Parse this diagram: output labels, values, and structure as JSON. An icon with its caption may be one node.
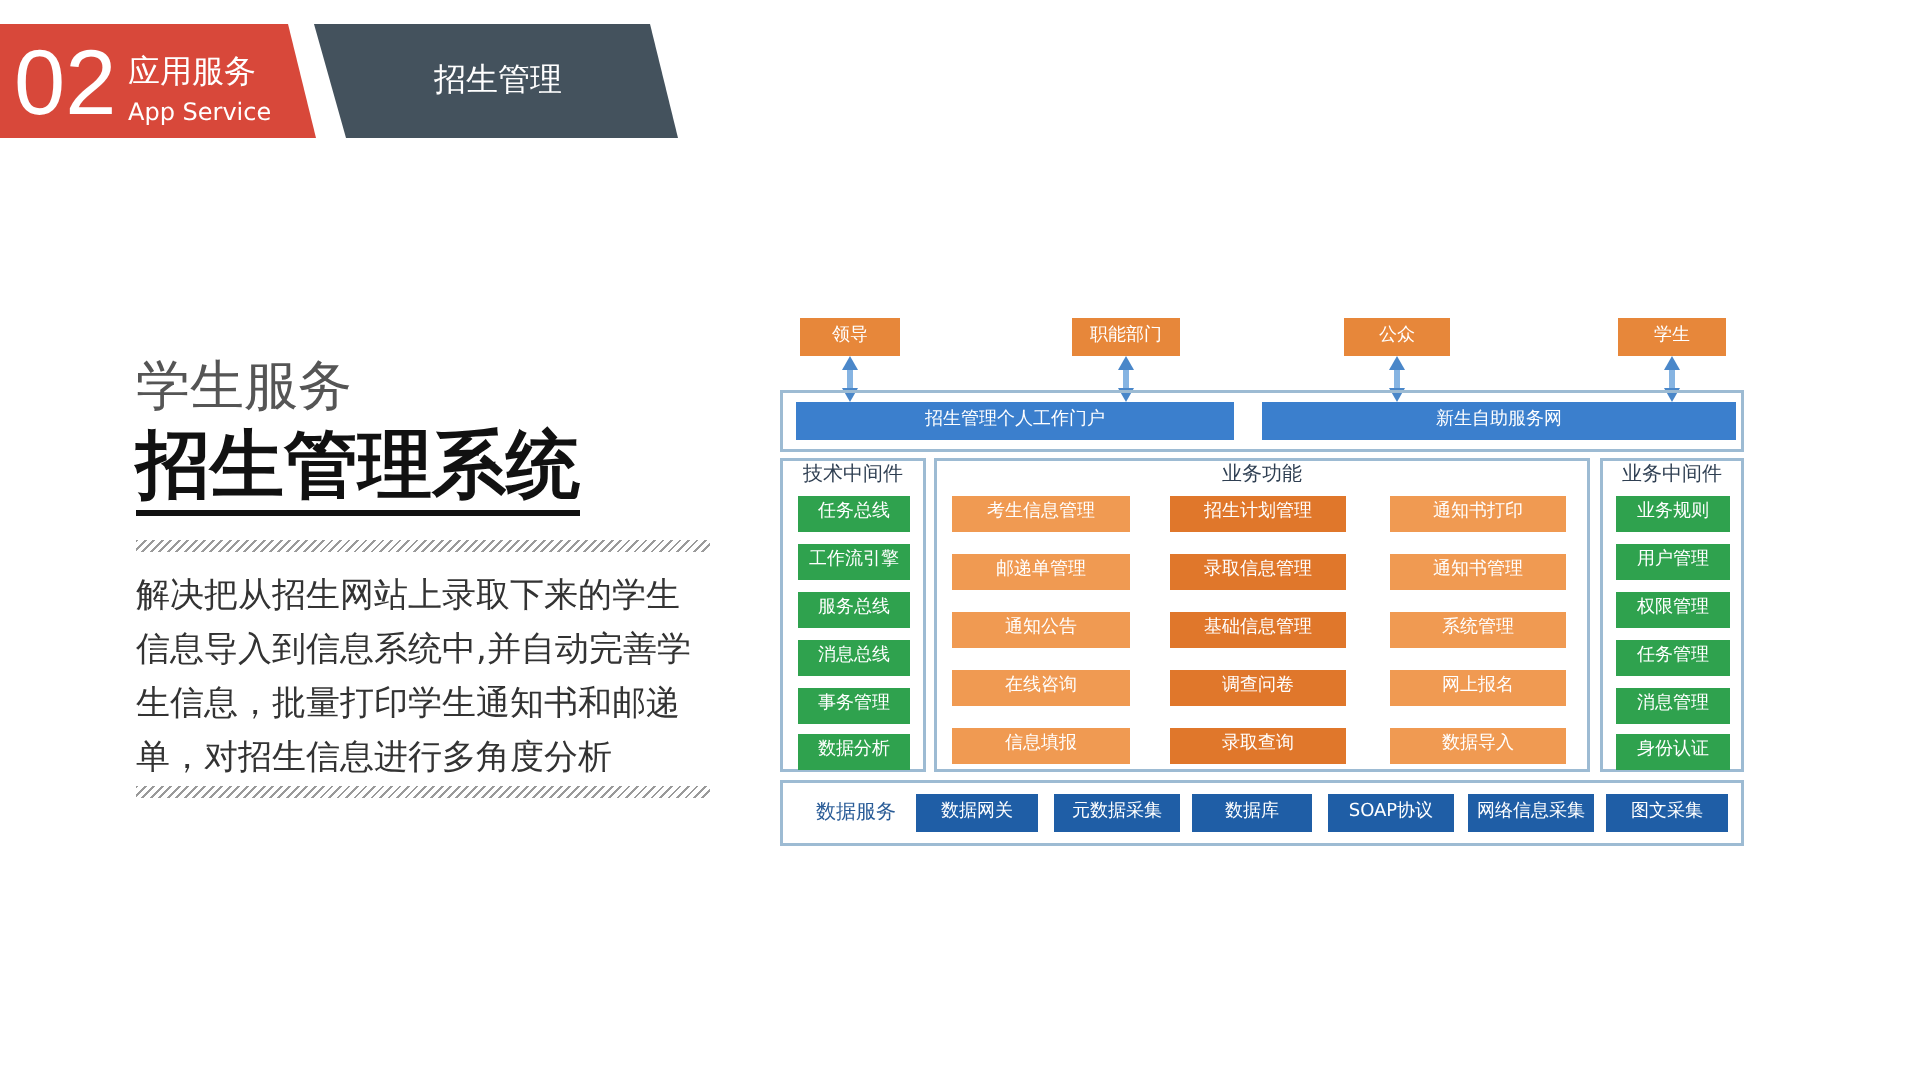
{
  "diagram": {
    "title": "招生管理系统",
    "nodes": [
      {
        "text": [
          "02",
          "应用服务",
          "App Service"
        ]
      },
      {
        "text": [
          "招生管理"
        ]
      },
      {
        "text": [
          "领导"
        ]
      },
      {
        "text": [
          "职能部门"
        ]
      },
      {
        "text": [
          "公众"
        ]
      },
      {
        "text": [
          "学生"
        ]
      },
      {
        "text": [],
        "shape": "box"
      },
      {
        "text": [
          "招生管理个人工作门户"
        ],
        "in": 6
      },
      {
        "text": [
          "新生自助服务网"
        ],
        "in": 6
      },
      {
        "text": [
          "技术中间件"
        ]
      },
      {
        "text": [
          "任务总线"
        ],
        "in": 9
      },
      {
        "text": [
          "工作流引擎"
        ],
        "in": 9
      },
      {
        "text": [
          "服务总线"
        ],
        "in": 9
      },
      {
        "text": [
          "消息总线"
        ],
        "in": 9
      },
      {
        "text": [
          "事务管理"
        ],
        "in": 9
      },
      {
        "text": [
          "数据分析"
        ],
        "in": 9
      },
      {
        "text": [
          "业务功能"
        ]
      },
      {
        "text": [
          "考生信息管理"
        ],
        "in": 16
      },
      {
        "text": [
          "招生计划管理"
        ],
        "in": 16
      },
      {
        "text": [
          "通知书打印"
        ],
        "in": 16
      },
      {
        "text": [
          "邮递单管理"
        ],
        "in": 16
      },
      {
        "text": [
          "录取信息管理"
        ],
        "in": 16
      },
      {
        "text": [
          "通知书管理"
        ],
        "in": 16
      },
      {
        "text": [
          "通知公告"
        ],
        "in": 16
      },
      {
        "text": [
          "基础信息管理"
        ],
        "in": 16
      },
      {
        "text": [
          "系统管理"
        ],
        "in": 16
      },
      {
        "text": [
          "在线咨询"
        ],
        "in": 16
      },
      {
        "text": [
          "调查问卷"
        ],
        "in": 16
      },
      {
        "text": [
          "网上报名"
        ],
        "in": 16
      },
      {
        "text": [
          "信息填报"
        ],
        "in": 16
      },
      {
        "text": [
          "录取查询"
        ],
        "in": 16
      },
      {
        "text": [
          "数据导入"
        ],
        "in": 16
      },
      {
        "text": [
          "业务中间件"
        ]
      },
      {
        "text": [
          "业务规则"
        ],
        "in": 32
      },
      {
        "text": [
          "用户管理"
        ],
        "in": 32
      },
      {
        "text": [
          "权限管理"
        ],
        "in": 32
      },
      {
        "text": [
          "任务管理"
        ],
        "in": 32
      },
      {
        "text": [
          "消息管理"
        ],
        "in": 32
      },
      {
        "text": [
          "身份认证"
        ],
        "in": 32
      },
      {
        "text": [
          "数据服务"
        ]
      },
      {
        "text": [
          "数据网关"
        ],
        "in": 39
      },
      {
        "text": [
          "元数据采集"
        ],
        "in": 39
      },
      {
        "text": [
          "数据库"
        ],
        "in": 39
      },
      {
        "text": [
          "SOAP协议"
        ],
        "in": 39
      },
      {
        "text": [
          "网络信息采集"
        ],
        "in": 39
      },
      {
        "text": [
          "图文采集"
        ],
        "in": 39
      }
    ],
    "edges": [
      {
        "from": 2,
        "to": 7,
        "arrow": "both"
      },
      {
        "from": 3,
        "to": 7,
        "arrow": "both"
      },
      {
        "from": 4,
        "to": 8,
        "arrow": "both"
      },
      {
        "from": 5,
        "to": 8,
        "arrow": "both"
      }
    ],
    "labels": [
      "学生服务",
      "解决把从招生网站上录取下来的学生信息导入到信息系统中,并自动完善学生信息，批量打印学生通知书和邮递单，对招生信息进行多角度分析"
    ]
  }
}
